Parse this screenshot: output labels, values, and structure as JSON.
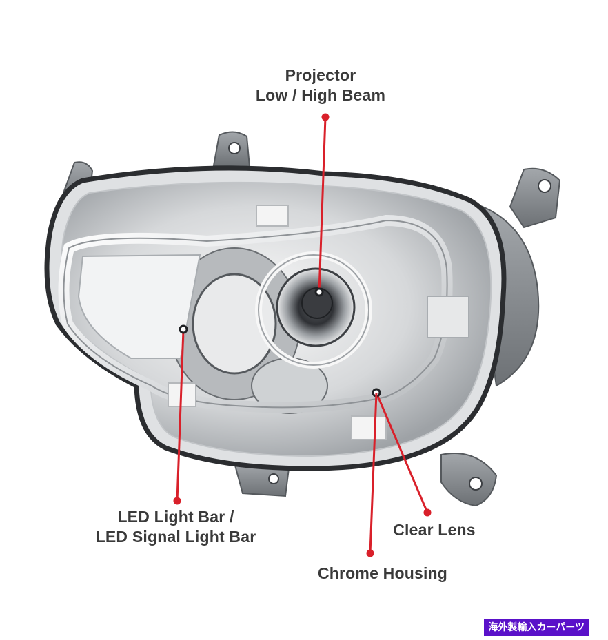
{
  "callouts": {
    "projector": {
      "line1": "Projector",
      "line2": "Low / High Beam"
    },
    "led_bar": {
      "line1": "LED Light Bar /",
      "line2": "LED Signal Light Bar"
    },
    "clear_lens": {
      "line1": "Clear Lens"
    },
    "chrome_housing": {
      "line1": "Chrome Housing"
    }
  },
  "watermark": {
    "text": "海外製輸入カーパーツ"
  },
  "colors": {
    "leader_red": "#d9202a",
    "label_text": "#3a3a3a",
    "badge_bg": "#5a11c9",
    "housing_gray": "#8a8e92",
    "gasket_dark": "#2b2d30"
  },
  "icons": [
    "headlight-illustration"
  ]
}
